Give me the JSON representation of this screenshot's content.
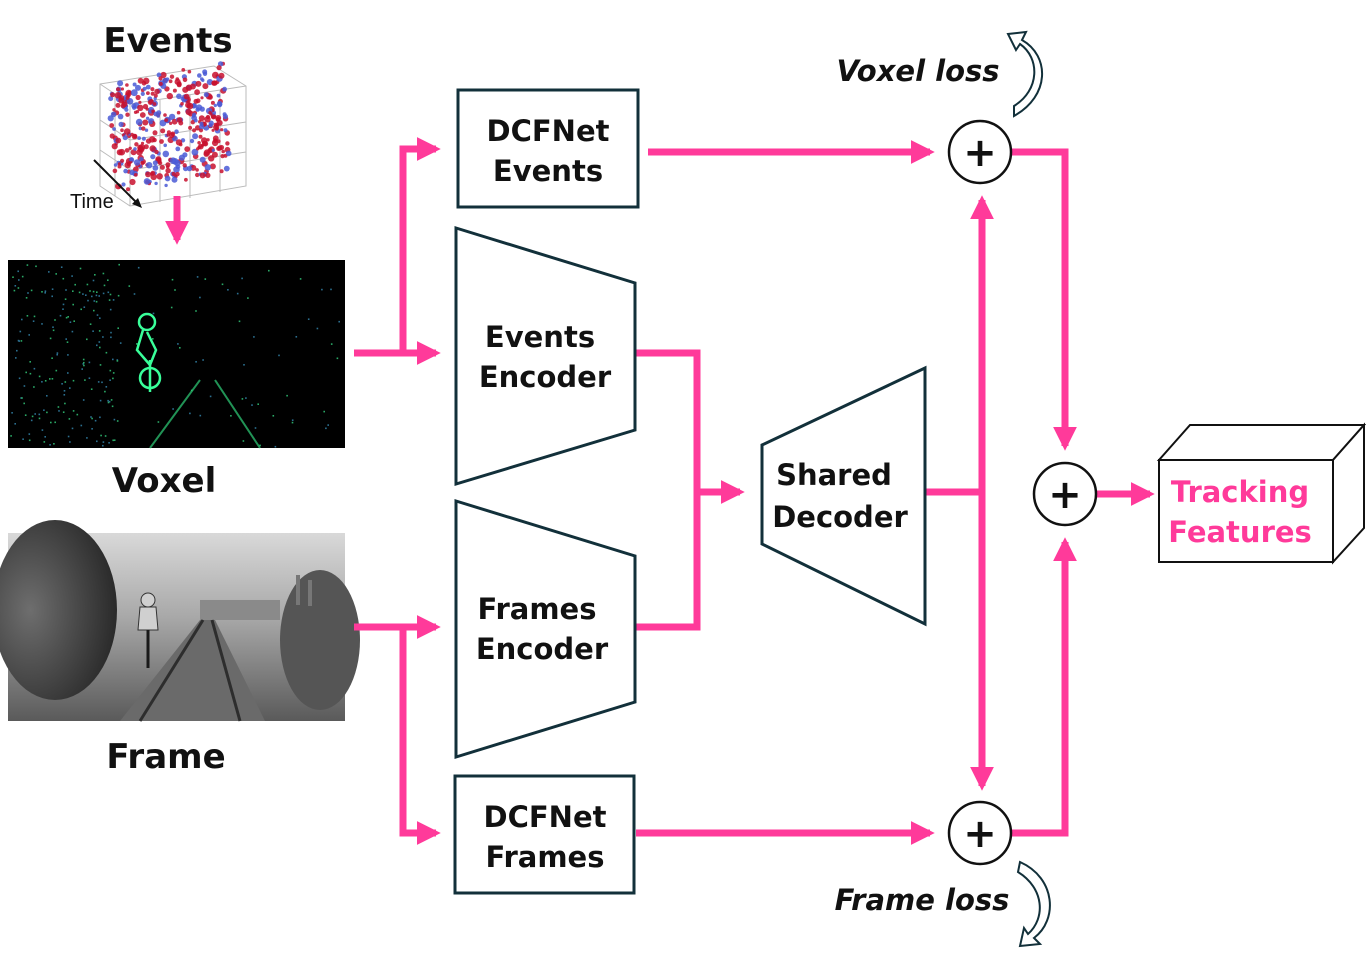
{
  "inputs": {
    "events_title": "Events",
    "time_label": "Time",
    "voxel_title": "Voxel",
    "frame_title": "Frame"
  },
  "blocks": {
    "dcfnet_events": [
      "DCFNet",
      "Events"
    ],
    "events_encoder": [
      "Events",
      "Encoder"
    ],
    "frames_encoder": [
      "Frames",
      "Encoder"
    ],
    "shared_decoder": [
      "Shared",
      "Decoder"
    ],
    "dcfnet_frames": [
      "DCFNet",
      "Frames"
    ],
    "output": [
      "Tracking",
      "Features"
    ]
  },
  "losses": {
    "voxel_loss": "Voxel loss",
    "frame_loss": "Frame loss"
  },
  "sum_symbol": "+",
  "colors": {
    "flow": "#ff3a9a",
    "outline": "#12303a",
    "output_text": "#ff3a9a",
    "event_positive": "#c8102e",
    "event_negative": "#4a5bd6",
    "voxel_edge": "#39ff9a"
  }
}
